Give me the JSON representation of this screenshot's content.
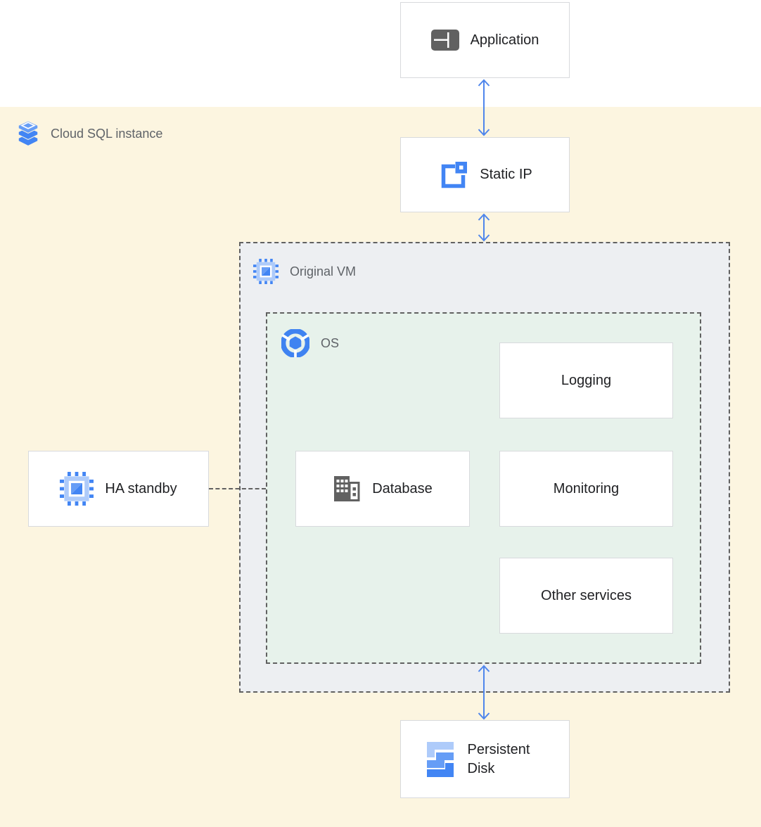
{
  "diagram": {
    "title_hint": "Cloud SQL instance on a VM architecture",
    "regions": {
      "cloud_sql_group": {
        "label": "Cloud SQL instance",
        "icon": "cloud-sql-icon",
        "bg": "#fcf5e0"
      },
      "original_vm_group": {
        "label": "Original VM",
        "icon": "compute-engine-icon",
        "bg": "#edeff2"
      },
      "os_group": {
        "label": "OS",
        "icon": "os-icon",
        "bg": "#e7f2eb"
      }
    },
    "nodes": {
      "application": {
        "label": "Application",
        "icon": "application-icon"
      },
      "static_ip": {
        "label": "Static IP",
        "icon": "external-ip-icon"
      },
      "logging": {
        "label": "Logging"
      },
      "database": {
        "label": "Database",
        "icon": "database-icon"
      },
      "monitoring": {
        "label": "Monitoring"
      },
      "other_services": {
        "label": "Other services"
      },
      "ha_standby": {
        "label": "HA standby",
        "icon": "compute-engine-icon"
      },
      "persistent_disk": {
        "label": "Persistent Disk",
        "icon": "persistent-disk-icon"
      }
    },
    "connections": [
      {
        "from": "application",
        "to": "static_ip",
        "style": "double-arrow"
      },
      {
        "from": "static_ip",
        "to": "original_vm_group",
        "style": "double-arrow"
      },
      {
        "from": "os_group",
        "to": "persistent_disk",
        "style": "double-arrow"
      },
      {
        "from": "ha_standby",
        "to": "os_group",
        "style": "dashed-line"
      }
    ],
    "colors": {
      "background_band": "#ffffff",
      "cloud_sql_zone_yellow": "#fcf5e0",
      "vm_zone_gray": "#edeff2",
      "os_zone_green": "#e7f2eb",
      "node_border": "#d8dadd",
      "dashed_border": "#616161",
      "arrow_blue": "#4f86ec",
      "node_text": "#202124",
      "group_label_text": "#5f6368",
      "icon_gray": "#616161",
      "icon_blue": "#4285f4",
      "icon_blue_mid": "#669df6",
      "icon_blue_light": "#aecbfa"
    }
  }
}
